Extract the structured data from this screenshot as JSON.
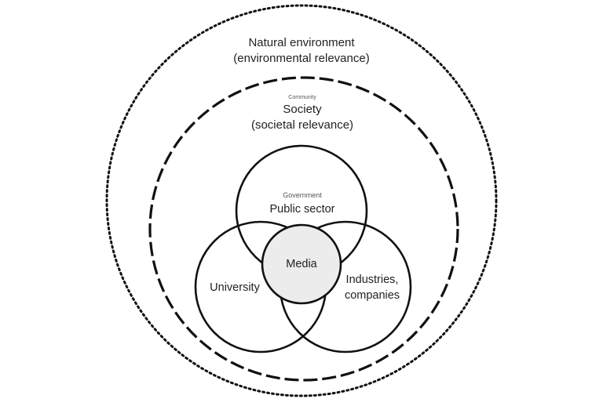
{
  "diagram": {
    "natural_environment": {
      "title": "Natural environment",
      "subtitle": "(environmental relevance)"
    },
    "society": {
      "small_label": "Community",
      "title": "Society",
      "subtitle": "(societal relevance)"
    },
    "public_sector": {
      "small_label": "Government",
      "title": "Public sector"
    },
    "university": {
      "title": "University"
    },
    "industries": {
      "line1": "Industries,",
      "line2": "companies"
    },
    "media": {
      "title": "Media"
    }
  },
  "colors": {
    "stroke": "#111111",
    "media_fill": "#ececec",
    "background": "#ffffff"
  }
}
